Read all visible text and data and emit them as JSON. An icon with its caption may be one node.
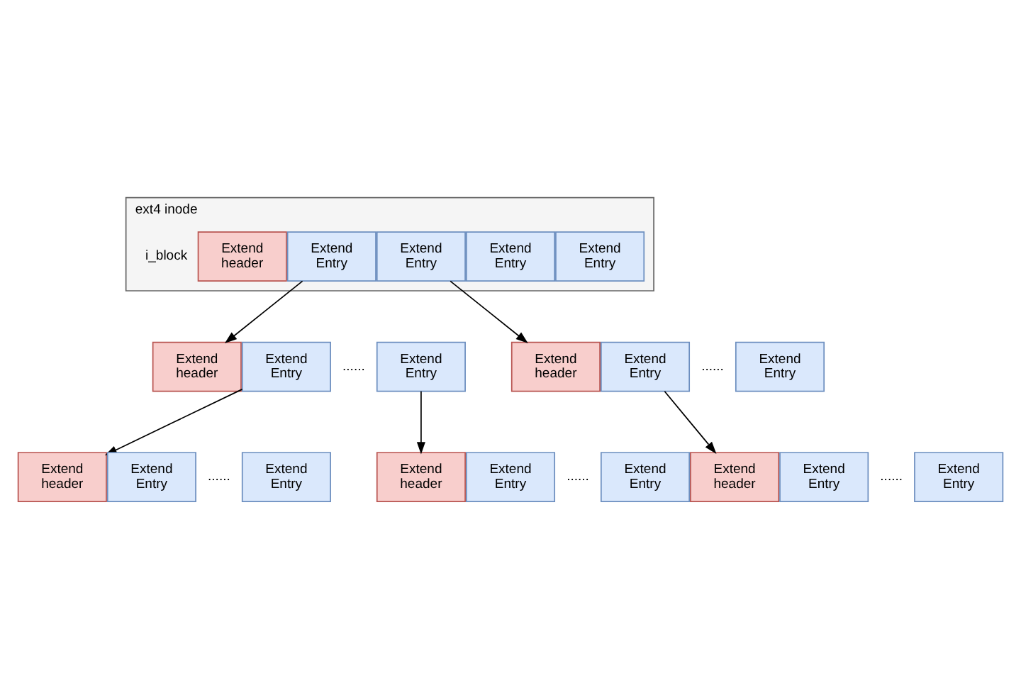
{
  "diagram": {
    "nodes": [
      {
        "text": [
          "ext4 inode",
          "i_block"
        ]
      },
      {
        "text": [
          "Extend header"
        ],
        "in": 0
      },
      {
        "text": [
          "Extend Entry"
        ],
        "in": 0
      },
      {
        "text": [
          "Extend Entry"
        ],
        "in": 0
      },
      {
        "text": [
          "Extend Entry"
        ],
        "in": 0
      },
      {
        "text": [
          "Extend Entry"
        ],
        "in": 0
      },
      {
        "text": [
          "Extend header"
        ]
      },
      {
        "text": [
          "Extend Entry"
        ]
      },
      {
        "text": [
          "Extend Entry"
        ]
      },
      {
        "text": [
          "Extend header"
        ]
      },
      {
        "text": [
          "Extend Entry"
        ]
      },
      {
        "text": [
          "Extend Entry"
        ]
      },
      {
        "text": [
          "Extend header"
        ]
      },
      {
        "text": [
          "Extend Entry"
        ]
      },
      {
        "text": [
          "Extend Entry"
        ]
      },
      {
        "text": [
          "Extend header"
        ]
      },
      {
        "text": [
          "Extend Entry"
        ]
      },
      {
        "text": [
          "Extend Entry"
        ]
      },
      {
        "text": [
          "Extend header"
        ]
      },
      {
        "text": [
          "Extend Entry"
        ]
      },
      {
        "text": [
          "Extend Entry"
        ]
      }
    ],
    "edges": [
      {
        "from": 2,
        "to": 6,
        "arrow": "to"
      },
      {
        "from": 3,
        "to": 9,
        "arrow": "to"
      },
      {
        "from": 7,
        "to": 12,
        "arrow": "to"
      },
      {
        "from": 8,
        "to": 18,
        "arrow": "to"
      },
      {
        "from": 10,
        "to": 15,
        "arrow": "to"
      }
    ],
    "labels": [
      "......",
      "......",
      "......",
      "......",
      "......"
    ]
  }
}
